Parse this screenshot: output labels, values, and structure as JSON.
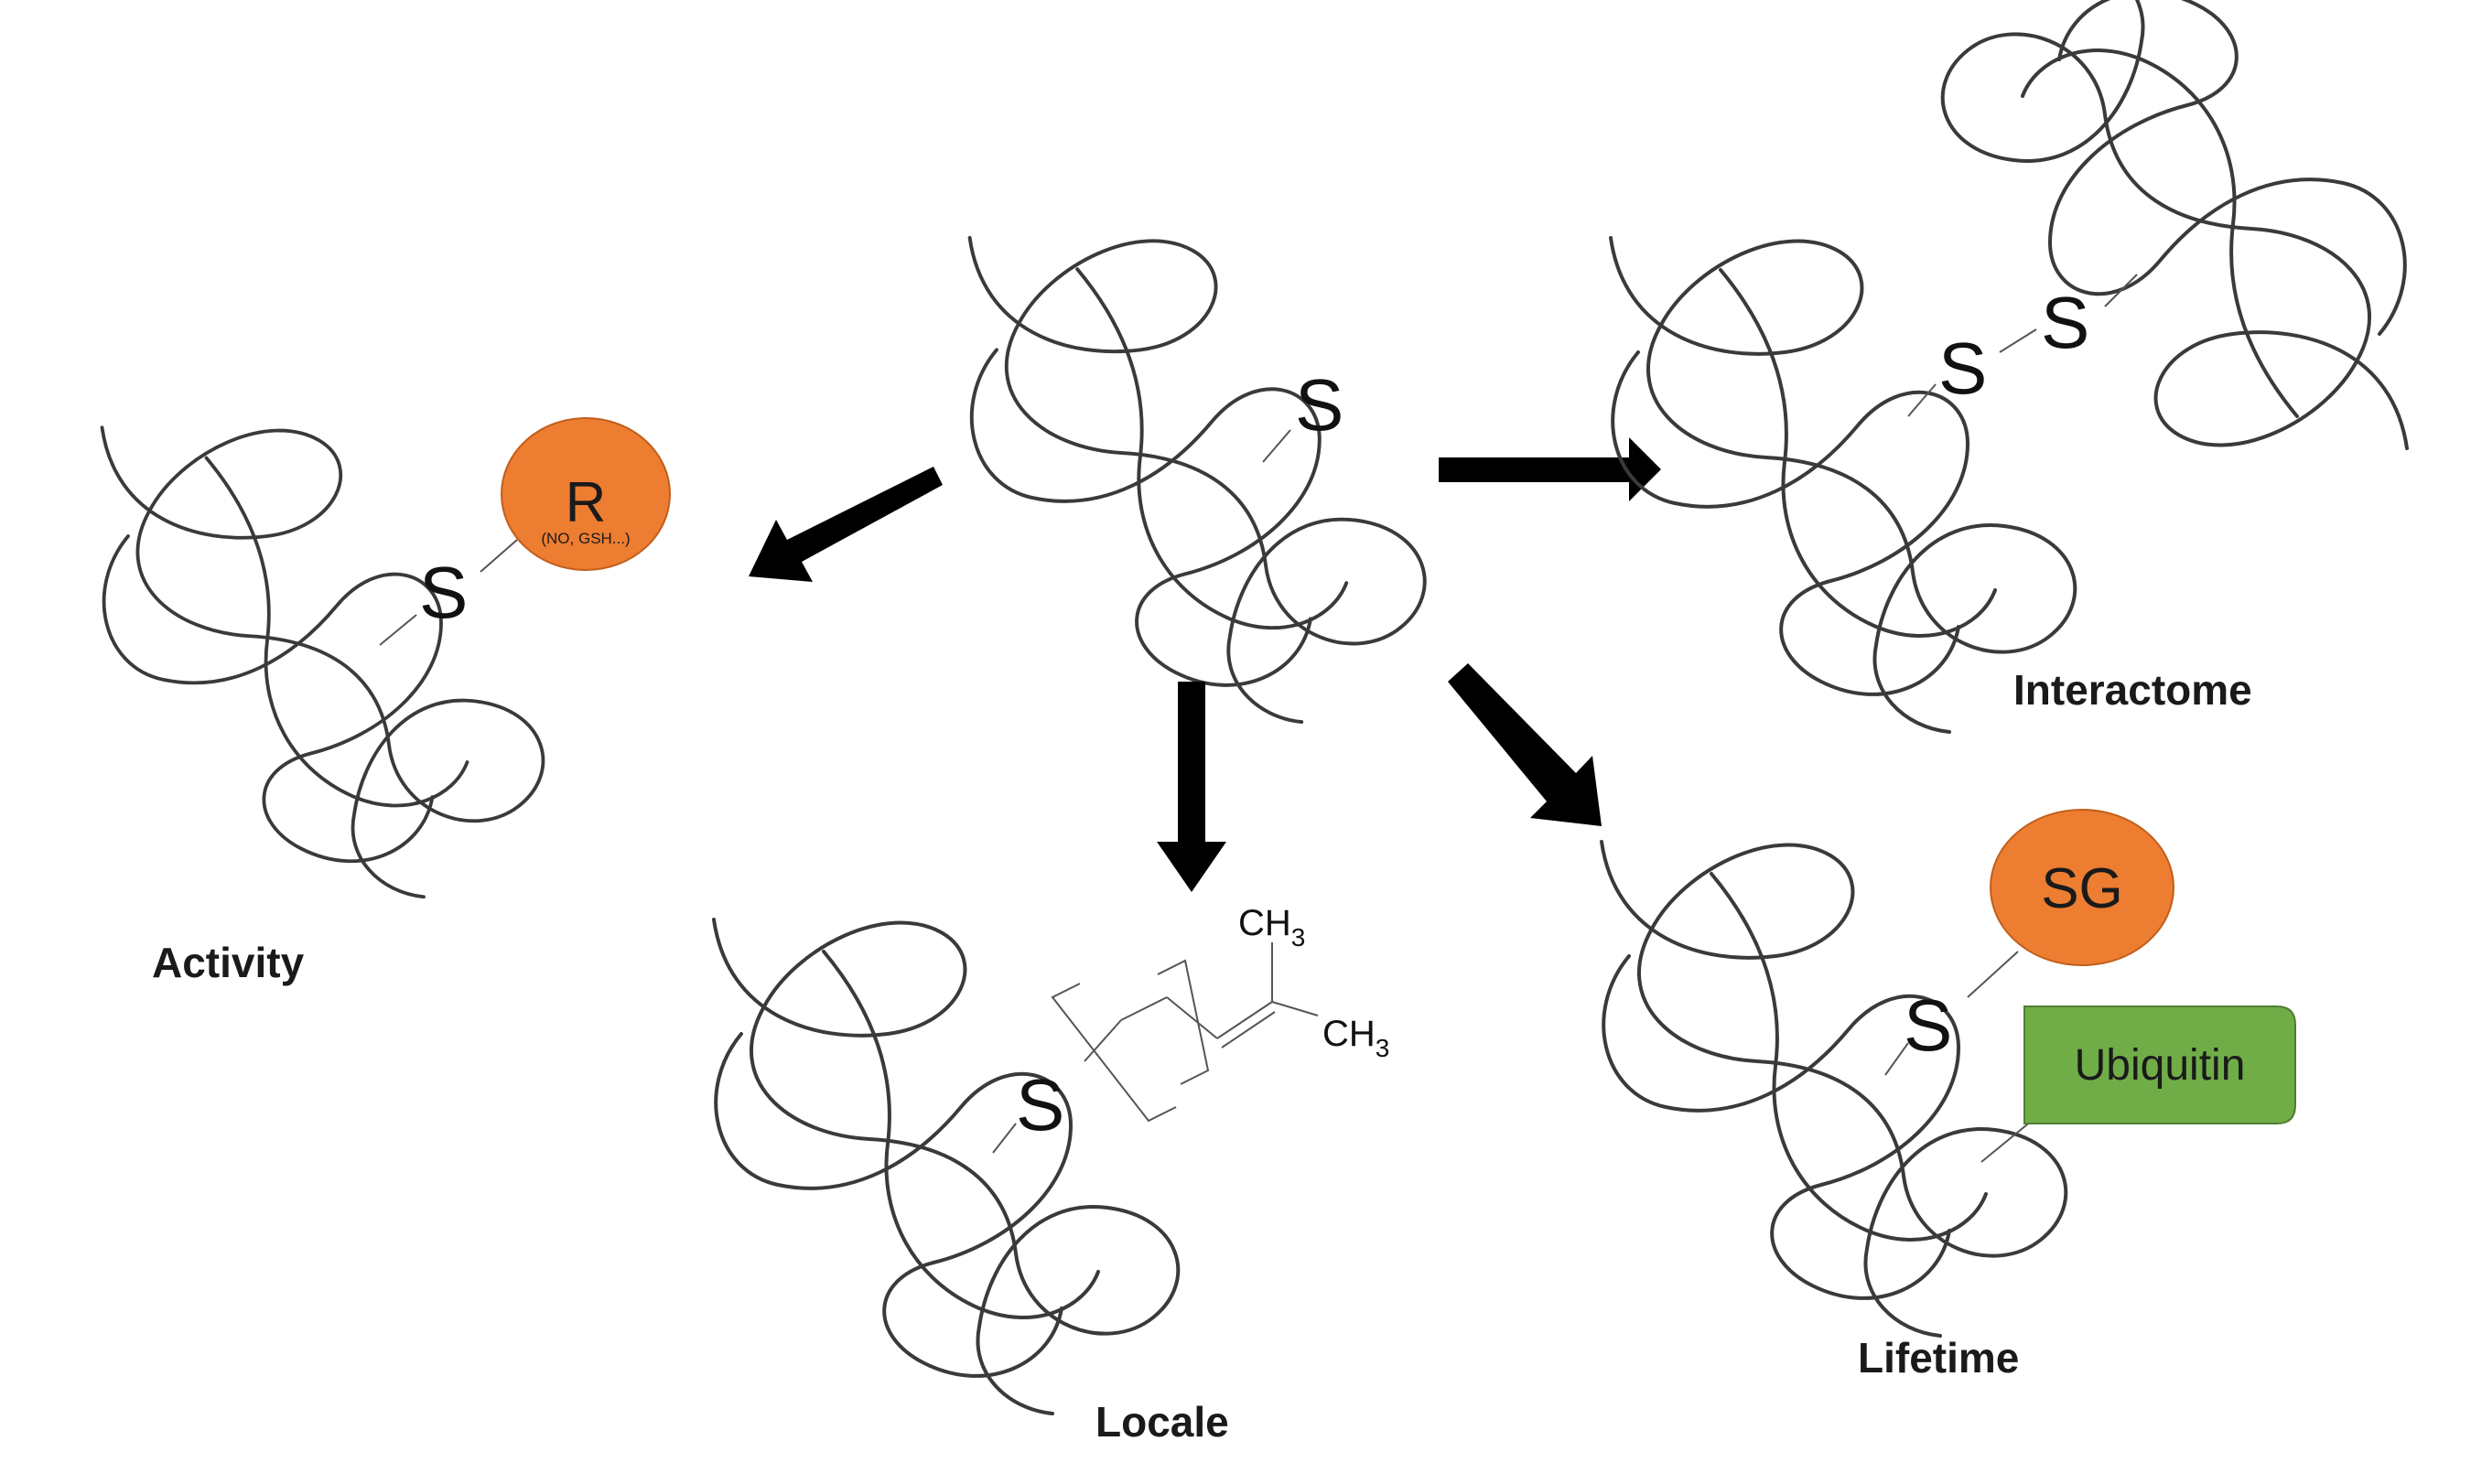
{
  "center": {
    "sulfur": "S"
  },
  "activity": {
    "sulfur": "S",
    "group": "R",
    "group_examples": "(NO, GSH...)",
    "label": "Activity"
  },
  "locale": {
    "sulfur": "S",
    "methyl_top": "CH",
    "methyl_top_sub": "3",
    "methyl_right": "CH",
    "methyl_right_sub": "3",
    "label": "Locale"
  },
  "interactome": {
    "sulfur_left": "S",
    "sulfur_right": "S",
    "label": "Interactome"
  },
  "lifetime": {
    "sulfur": "S",
    "glutathione": "SG",
    "tag": "Ubiquitin",
    "label": "Lifetime"
  },
  "colors": {
    "modifier": "#ED7D31",
    "modifier_edge": "#C05F1B",
    "ubiquitin": "#70AD47",
    "ubiquitin_edge": "#507E32",
    "arrow": "#000000"
  },
  "icons": {
    "protein": "protein-chain-icon",
    "arrow": "arrow-icon"
  }
}
